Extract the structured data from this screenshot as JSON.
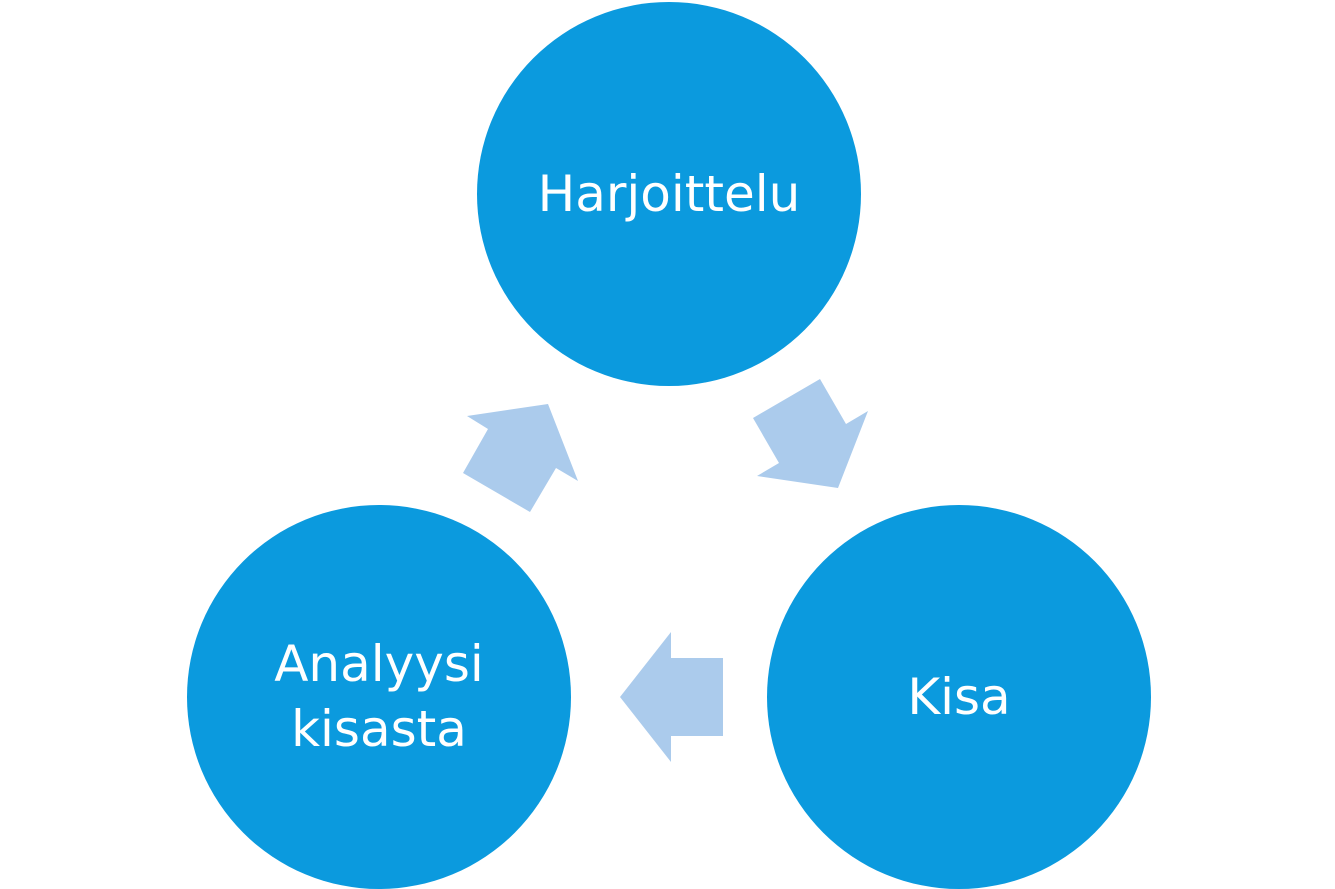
{
  "diagram": {
    "type": "cycle",
    "nodes": [
      {
        "id": "top",
        "label": "Harjoittelu"
      },
      {
        "id": "right",
        "label": "Kisa"
      },
      {
        "id": "left",
        "label": "Analyysi kisasta"
      }
    ],
    "edges": [
      {
        "from": "Harjoittelu",
        "to": "Kisa"
      },
      {
        "from": "Kisa",
        "to": "Analyysi kisasta"
      },
      {
        "from": "Analyysi kisasta",
        "to": "Harjoittelu"
      }
    ]
  },
  "colors": {
    "node_fill": "#0b9ade",
    "arrow_fill": "#abcbec",
    "text": "#ffffff"
  }
}
